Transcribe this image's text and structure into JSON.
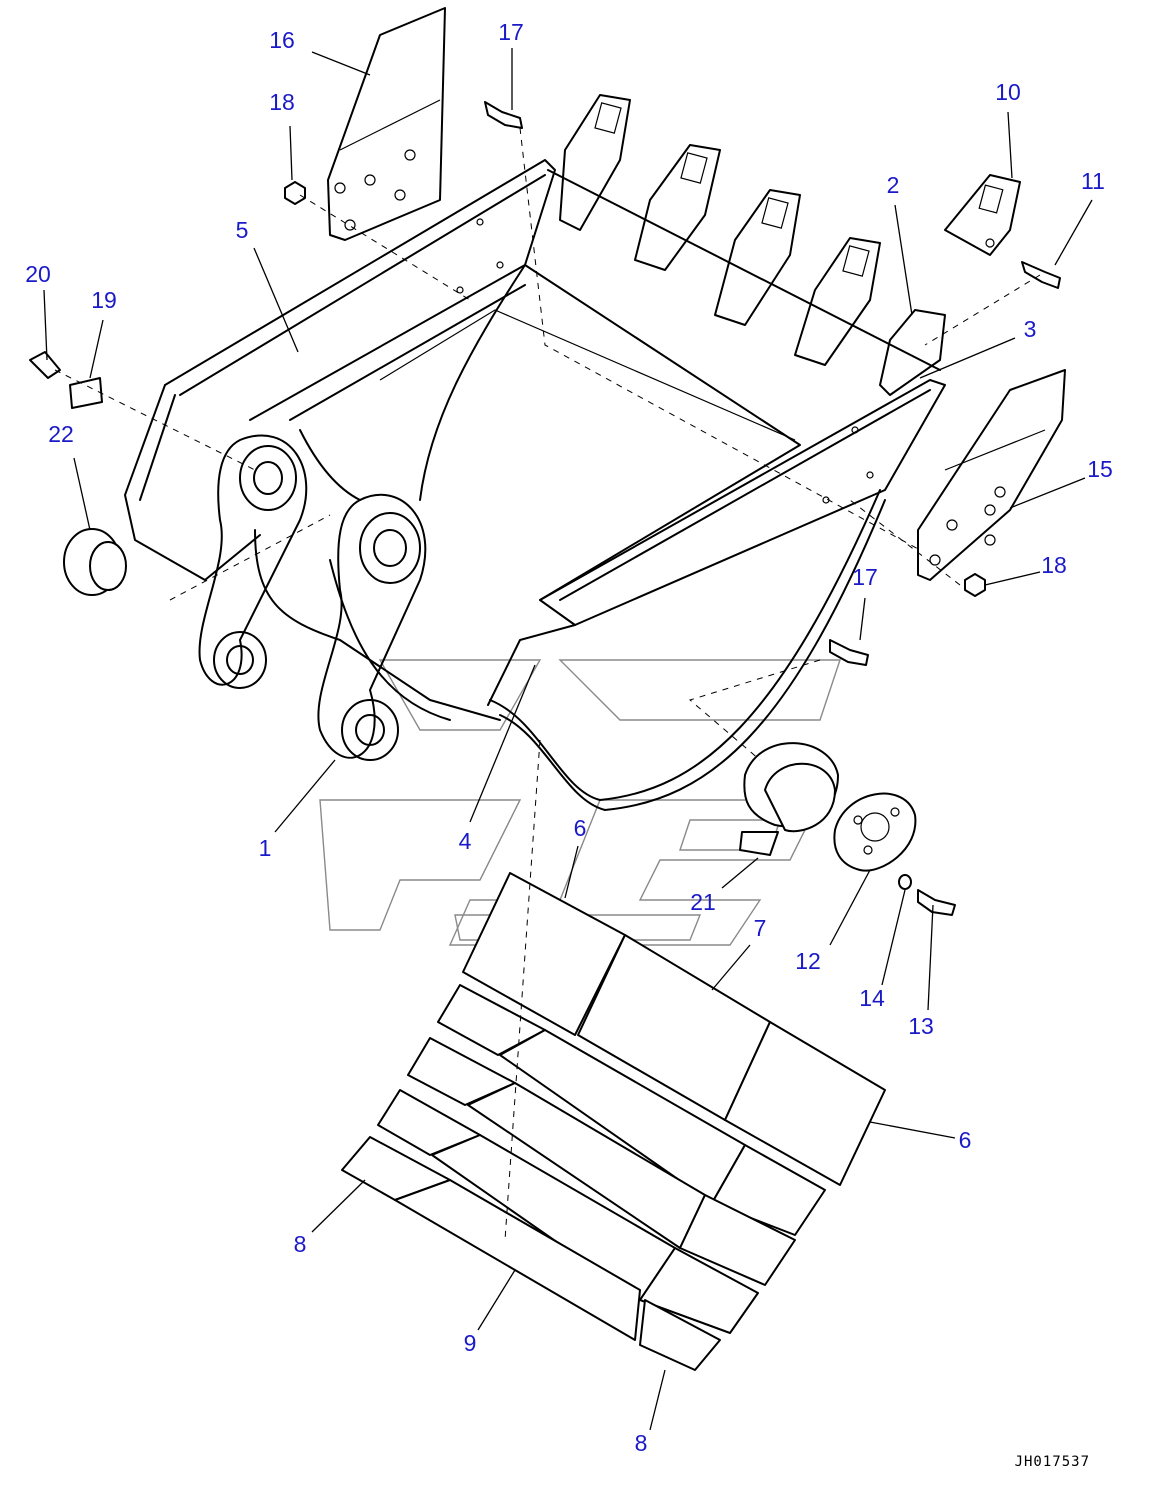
{
  "drawing_code": "JH017537",
  "callouts": [
    {
      "id": "16",
      "label": "16"
    },
    {
      "id": "17a",
      "label": "17"
    },
    {
      "id": "18a",
      "label": "18"
    },
    {
      "id": "5",
      "label": "5"
    },
    {
      "id": "20",
      "label": "20"
    },
    {
      "id": "19",
      "label": "19"
    },
    {
      "id": "22",
      "label": "22"
    },
    {
      "id": "10",
      "label": "10"
    },
    {
      "id": "2",
      "label": "2"
    },
    {
      "id": "11",
      "label": "11"
    },
    {
      "id": "3",
      "label": "3"
    },
    {
      "id": "15",
      "label": "15"
    },
    {
      "id": "17b",
      "label": "17"
    },
    {
      "id": "18b",
      "label": "18"
    },
    {
      "id": "1",
      "label": "1"
    },
    {
      "id": "4",
      "label": "4"
    },
    {
      "id": "6a",
      "label": "6"
    },
    {
      "id": "21",
      "label": "21"
    },
    {
      "id": "7",
      "label": "7"
    },
    {
      "id": "12",
      "label": "12"
    },
    {
      "id": "14",
      "label": "14"
    },
    {
      "id": "13",
      "label": "13"
    },
    {
      "id": "6b",
      "label": "6"
    },
    {
      "id": "8a",
      "label": "8"
    },
    {
      "id": "9",
      "label": "9"
    },
    {
      "id": "8b",
      "label": "8"
    }
  ]
}
